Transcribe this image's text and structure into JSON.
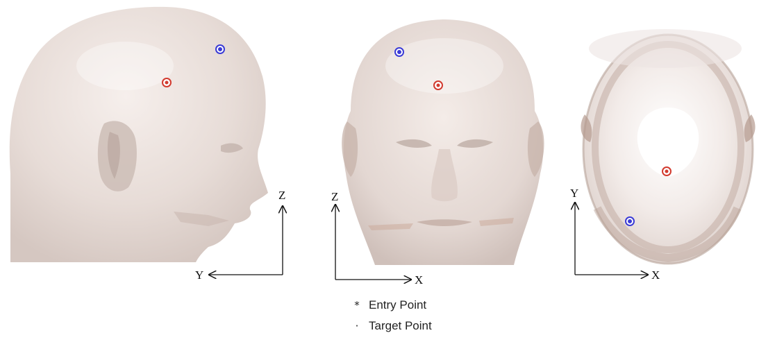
{
  "views": {
    "lateral": {
      "horizontal_axis": "Y",
      "vertical_axis": "Z"
    },
    "frontal": {
      "horizontal_axis": "X",
      "vertical_axis": "Z"
    },
    "top": {
      "horizontal_axis": "X",
      "vertical_axis": "Y"
    }
  },
  "legend": {
    "entry": {
      "symbol": "*",
      "label": "Entry Point"
    },
    "target": {
      "symbol": "·",
      "label": "Target Point"
    }
  },
  "colors": {
    "entry_marker": "#3b3bd6",
    "target_marker": "#d23a2e",
    "skin": "#e9ded9"
  }
}
